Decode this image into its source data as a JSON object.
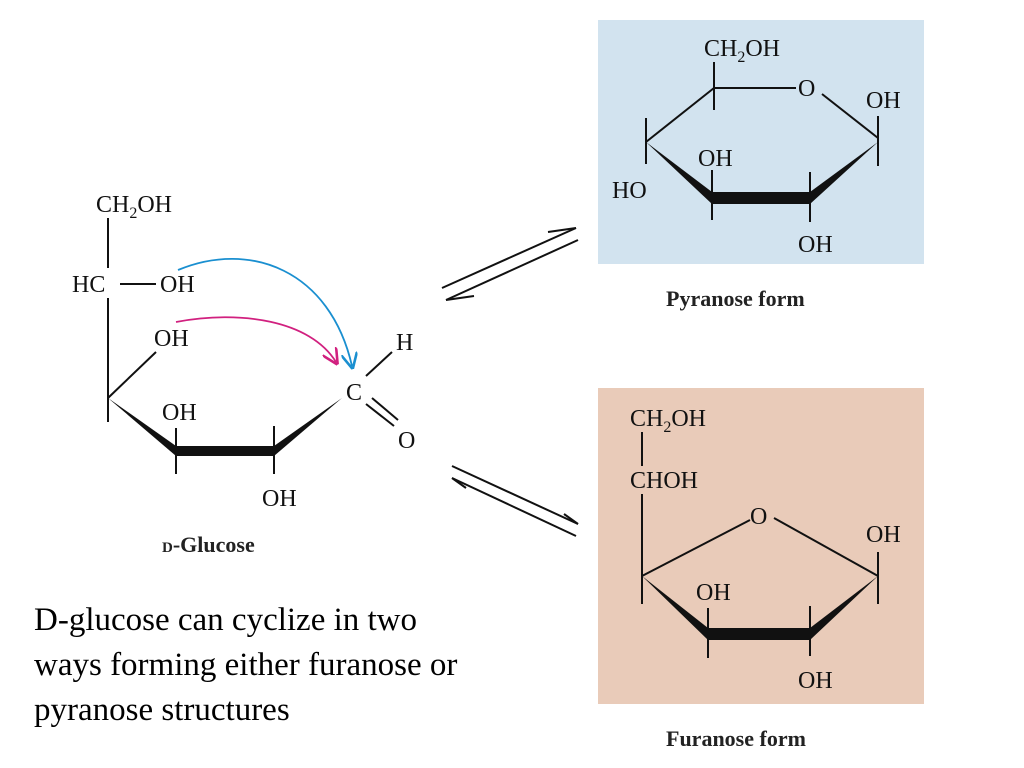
{
  "colors": {
    "pyranose_bg": "#d2e3ef",
    "furanose_bg": "#e9cbb9",
    "arrow_blue": "#1a8fd0",
    "arrow_magenta": "#d1207f"
  },
  "glucose": {
    "ch2oh": "CH2OH",
    "hc": "HC",
    "oh_side": "OH",
    "oh_top": "OH",
    "oh_ring": "OH",
    "oh_bottom": "OH",
    "h": "H",
    "c": "C",
    "o": "O",
    "label_prefix": "D",
    "label_rest": "-Glucose"
  },
  "pyranose": {
    "ch2oh": "CH2OH",
    "o": "O",
    "oh_right": "OH",
    "oh_mid": "OH",
    "ho_left": "HO",
    "oh_bottom": "OH",
    "label": "Pyranose form"
  },
  "furanose": {
    "ch2oh": "CH2OH",
    "choh": "CHOH",
    "o": "O",
    "oh_right": "OH",
    "oh_mid": "OH",
    "oh_bottom": "OH",
    "label": "Furanose form"
  },
  "caption": {
    "line1": "D-glucose can cyclize in two",
    "line2": "ways forming either furanose or",
    "line3": "pyranose structures"
  }
}
